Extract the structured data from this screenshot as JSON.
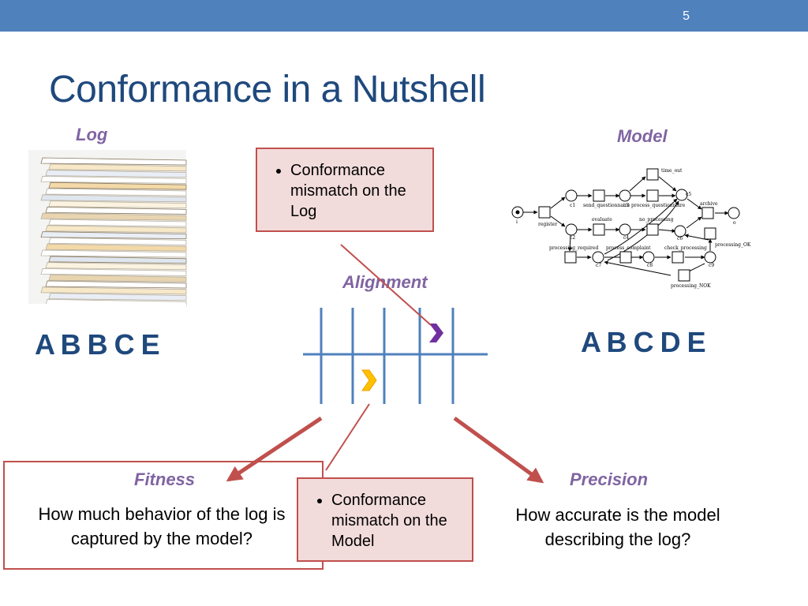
{
  "slide": {
    "number": "5",
    "title": "Conformance in a Nutshell"
  },
  "log": {
    "heading": "Log",
    "trace": "A B B C E",
    "image_icon": "stack-of-papers-icon"
  },
  "model": {
    "heading": "Model",
    "trace": "A B C D E",
    "image_icon": "petri-net-icon",
    "labels": {
      "start": "i",
      "end": "o",
      "register": "register",
      "send_questionnaire": "send_questionnaire",
      "process_questionnaire": "process_questionnaire",
      "time_out": "time_out",
      "archive": "archive",
      "evaluate": "evaluate",
      "no_processing": "no_processing",
      "processing_required": "processing_required",
      "process_complaint": "process_complaint",
      "check_processing": "check_processing",
      "processing_OK": "processing_OK",
      "processing_NOK": "processing_NOK",
      "c1": "c1",
      "c2": "c2",
      "c3": "c3",
      "c4": "c4",
      "c5": "c5",
      "c6": "c6",
      "c7": "c7",
      "c8": "c8",
      "c9": "c9"
    }
  },
  "alignment": {
    "heading": "Alignment"
  },
  "callouts": {
    "log_mismatch": "Conformance mismatch on the Log",
    "model_mismatch": "Conformance mismatch on the Model"
  },
  "fitness": {
    "heading": "Fitness",
    "description": "How much behavior of the log is captured by the model?"
  },
  "precision": {
    "heading": "Precision",
    "description": "How accurate is the model describing the log?"
  },
  "colors": {
    "header_bar": "#4f81bd",
    "title": "#1f497d",
    "heading": "#8064a2",
    "callout_fill": "#f2dcdb",
    "callout_border": "#c0504d",
    "grid_line": "#4f81bd",
    "log_move": "#7030a0",
    "model_move": "#ffc000"
  }
}
